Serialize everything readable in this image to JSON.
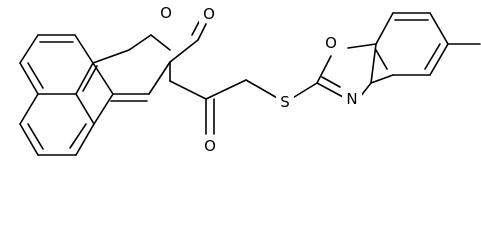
{
  "structure": {
    "atoms": {
      "ring_oxygen": "O",
      "carbonyl_oxygen_lactone": "O",
      "ketone_oxygen": "O",
      "sulfur": "S",
      "oxazole_oxygen": "O",
      "oxazole_nitrogen": "N"
    },
    "colors": {
      "bond": "#000000",
      "label": "#000000",
      "background": "#ffffff"
    }
  }
}
